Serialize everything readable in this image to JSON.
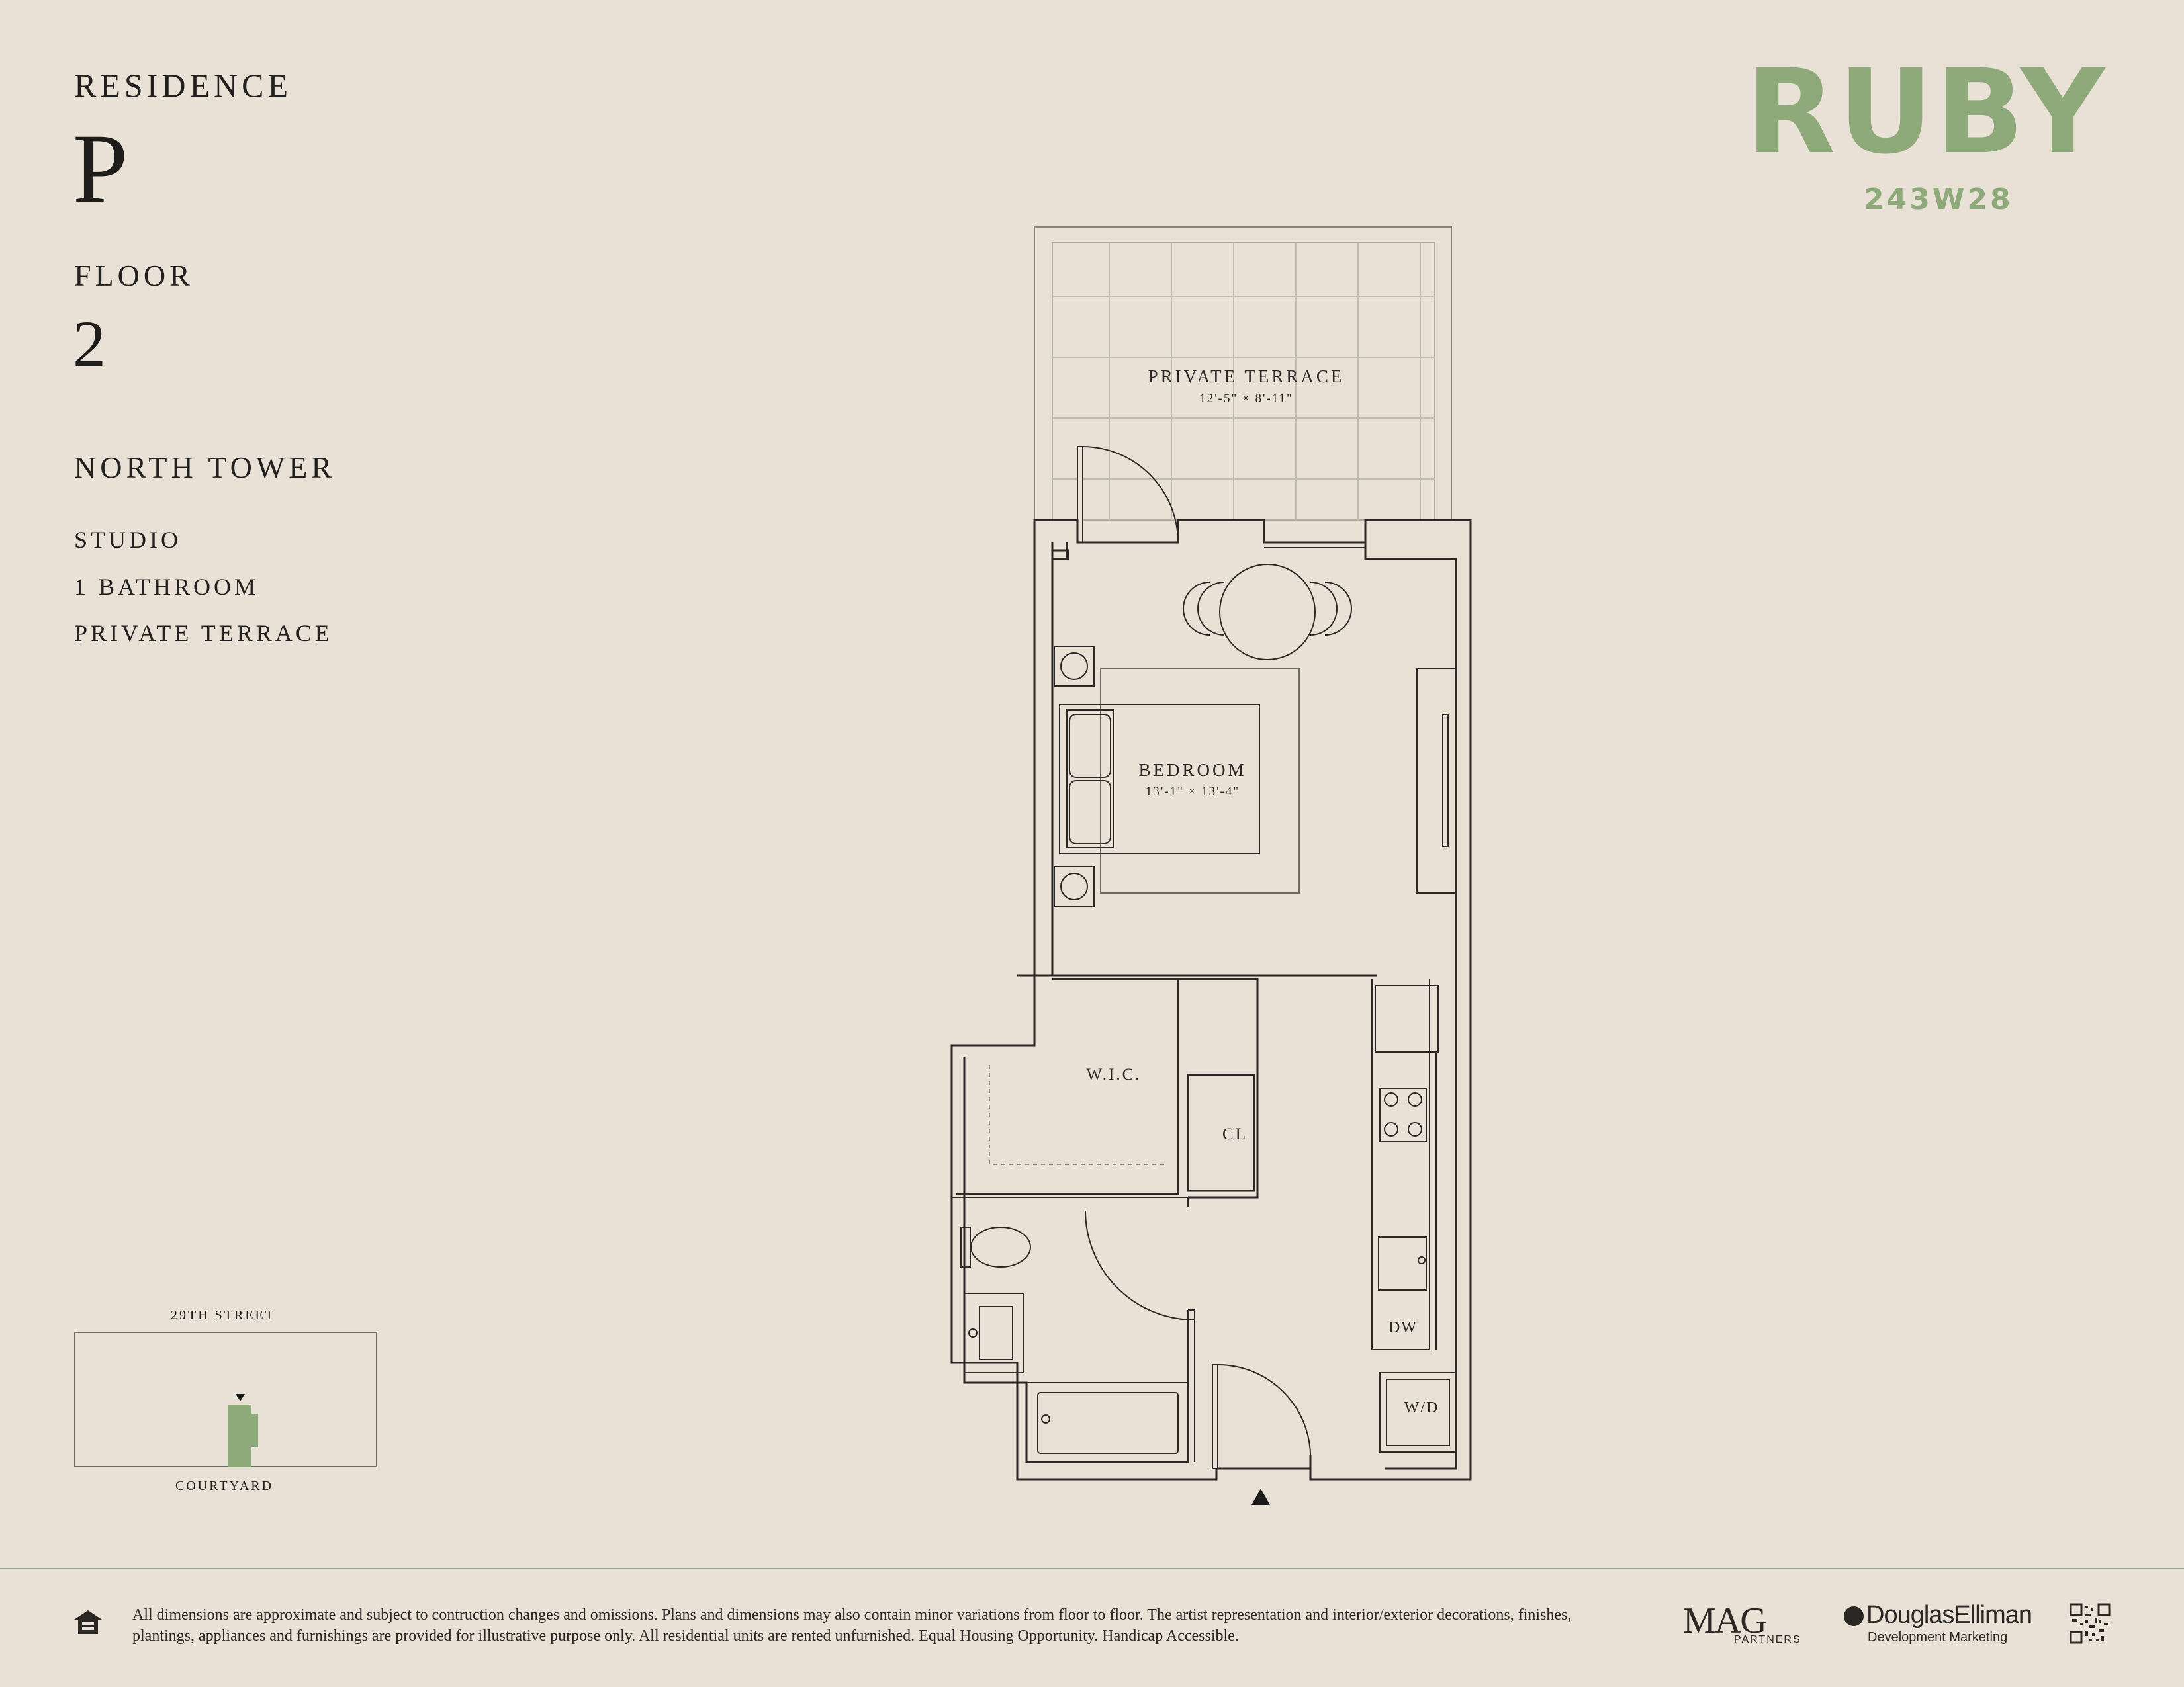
{
  "residence": {
    "label": "RESIDENCE",
    "value": "P"
  },
  "floor": {
    "label": "FLOOR",
    "value": "2"
  },
  "tower": "NORTH TOWER",
  "features": [
    "STUDIO",
    "1 BATHROOM",
    "PRIVATE TERRACE"
  ],
  "brand": {
    "name": "RUBY",
    "address": "243W28",
    "color": "#8ea97a"
  },
  "rooms": {
    "terrace": {
      "name": "PRIVATE TERRACE",
      "dims": "12'-5\" × 8'-11\""
    },
    "bedroom": {
      "name": "BEDROOM",
      "dims": "13'-1\" × 13'-4\""
    },
    "wic": "W.I.C.",
    "closet": "CL",
    "dishwasher": "DW",
    "washer_dryer": "W/D"
  },
  "keyplan": {
    "top": "29TH STREET",
    "bottom": "COURTYARD"
  },
  "disclaimer": "All dimensions are approximate and subject to contruction changes and omissions. Plans and dimensions may also contain minor variations from floor to floor. The artist representation and interior/exterior decorations, finishes, plantings, appliances and furnishings are provided for illustrative purpose only. All residential units are rented unfurnished. Equal Housing Opportunity. Handicap Accessible.",
  "partners": {
    "mag": "MAG",
    "mag_sub": "PARTNERS",
    "de_name": "DouglasElliman",
    "de_sub": "Development Marketing"
  },
  "icons": [
    "equal-housing-icon",
    "qr-code-icon",
    "entry-arrow-icon"
  ]
}
